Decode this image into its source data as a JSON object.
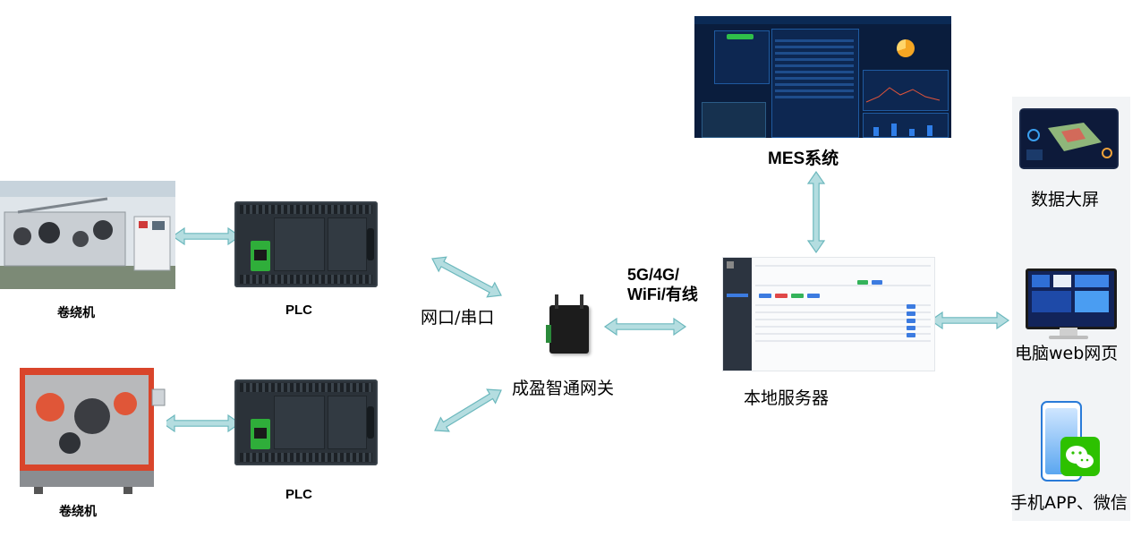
{
  "nodes": {
    "machine_top": "卷绕机",
    "machine_bottom": "卷绕机",
    "plc_top": "PLC",
    "plc_bottom": "PLC",
    "link_plc_gateway": "网口/串口",
    "gateway": "成盈智通网关",
    "link_gateway_server": [
      "5G/4G/",
      "WiFi/有线"
    ],
    "server": "本地服务器",
    "mes": "MES系统",
    "clients": [
      "数据大屏",
      "电脑web网页",
      "手机APP、微信"
    ]
  },
  "colors": {
    "arrow_fill": "#b4dde0",
    "arrow_stroke": "#6cb8bd",
    "plc_body": "#2b3239",
    "plc_module": "#2fae3a",
    "mes_bg": "#0a1d3d"
  }
}
